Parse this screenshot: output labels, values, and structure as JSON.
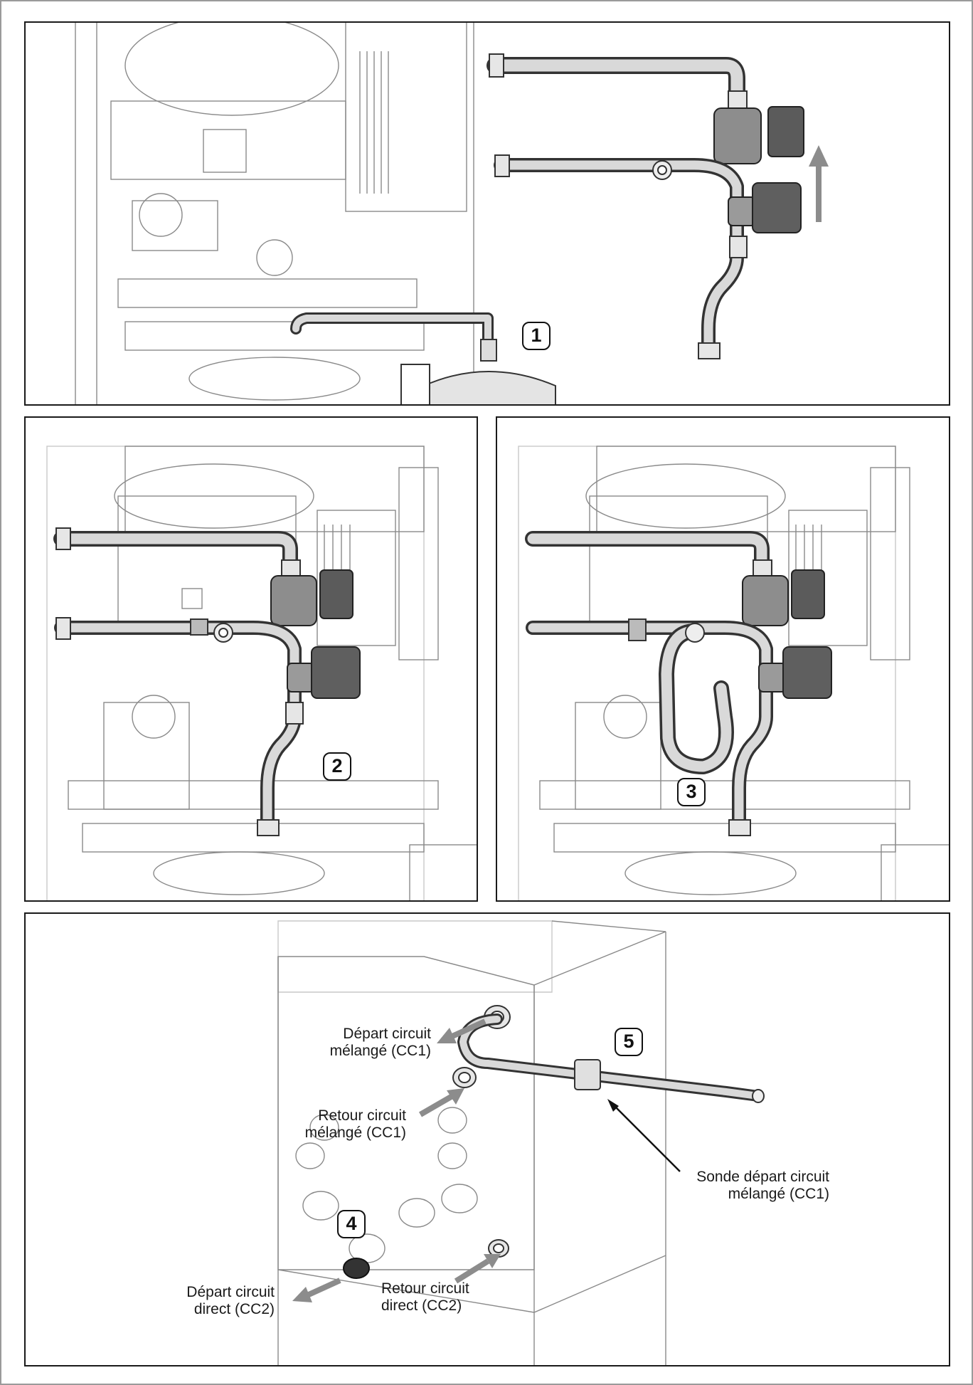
{
  "steps": {
    "s1": "1",
    "s2": "2",
    "s3": "3",
    "s4": "4",
    "s5": "5"
  },
  "labels": {
    "depart_melange_line1": "Départ circuit",
    "depart_melange_line2": "mélangé (CC1)",
    "retour_melange_line1": "Retour circuit",
    "retour_melange_line2": "mélangé (CC1)",
    "sonde_line1": "Sonde départ circuit",
    "sonde_line2": "mélangé (CC1)",
    "depart_direct_line1": "Départ circuit",
    "depart_direct_line2": "direct (CC2)",
    "retour_direct_line1": "Retour circuit",
    "retour_direct_line2": "direct (CC2)"
  },
  "colors": {
    "frame": "#1a1a1a",
    "pipe_outline": "#333333",
    "pipe_fill": "#d9d9d9",
    "arrow_grey": "#8c8c8c"
  }
}
